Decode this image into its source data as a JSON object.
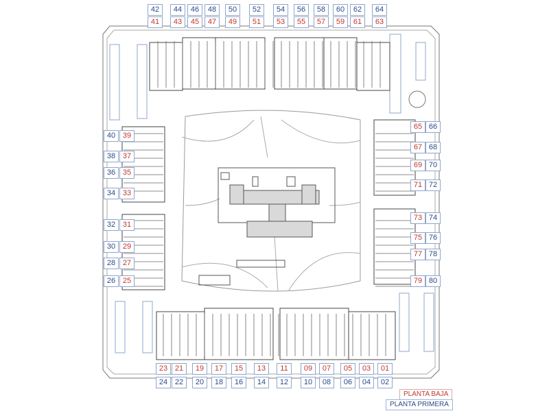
{
  "top_first": [
    "42",
    "44",
    "46",
    "48",
    "50",
    "52",
    "54",
    "56",
    "58",
    "60",
    "62",
    "64"
  ],
  "top_ground": [
    "41",
    "43",
    "45",
    "47",
    "49",
    "51",
    "53",
    "55",
    "57",
    "59",
    "61",
    "63"
  ],
  "bottom_ground": [
    "23",
    "21",
    "19",
    "17",
    "15",
    "13",
    "11",
    "09",
    "07",
    "05",
    "03",
    "01"
  ],
  "bottom_first": [
    "24",
    "22",
    "20",
    "18",
    "16",
    "14",
    "12",
    "10",
    "08",
    "06",
    "04",
    "02"
  ],
  "left_first": [
    "40",
    "38",
    "36",
    "34",
    "32",
    "30",
    "28",
    "26"
  ],
  "left_ground": [
    "39",
    "37",
    "35",
    "33",
    "31",
    "29",
    "27",
    "25"
  ],
  "right_ground": [
    "65",
    "67",
    "69",
    "71",
    "73",
    "75",
    "77",
    "79"
  ],
  "right_first": [
    "66",
    "68",
    "70",
    "72",
    "74",
    "76",
    "78",
    "80"
  ],
  "legend": {
    "ground": "PLANTA BAJA",
    "first": "PLANTA PRIMERA"
  },
  "colors": {
    "ground": "#c0392b",
    "first": "#2c4a8a",
    "building": "#444444",
    "site": "#777777"
  }
}
